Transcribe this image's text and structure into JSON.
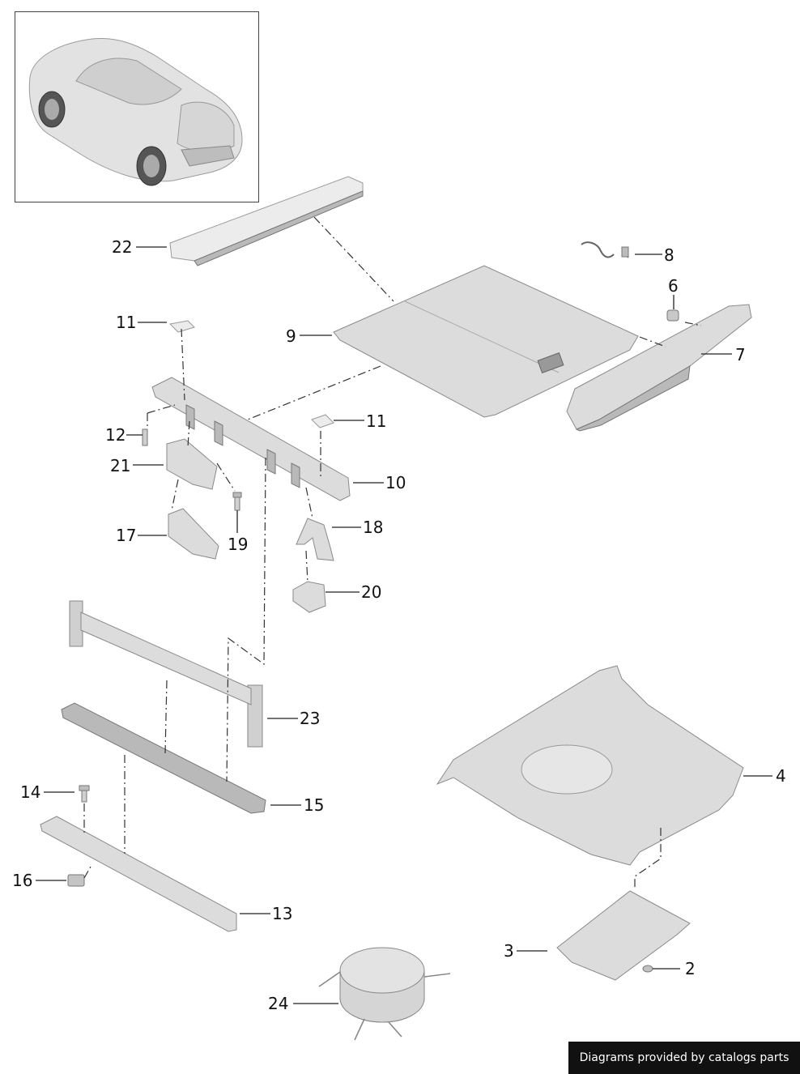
{
  "callouts": {
    "c2": "2",
    "c3": "3",
    "c4": "4",
    "c6": "6",
    "c7": "7",
    "c8": "8",
    "c9": "9",
    "c10": "10",
    "c11a": "11",
    "c11b": "11",
    "c12": "12",
    "c13": "13",
    "c14": "14",
    "c15": "15",
    "c16": "16",
    "c17": "17",
    "c18": "18",
    "c19": "19",
    "c20": "20",
    "c21": "21",
    "c22": "22",
    "c23": "23",
    "c24": "24"
  },
  "footer": {
    "credit": "Diagrams provided by catalogs parts"
  },
  "colors": {
    "part_fill": "#dcdcdc",
    "outline": "#8a8a8a",
    "credit_bg": "#111111"
  }
}
